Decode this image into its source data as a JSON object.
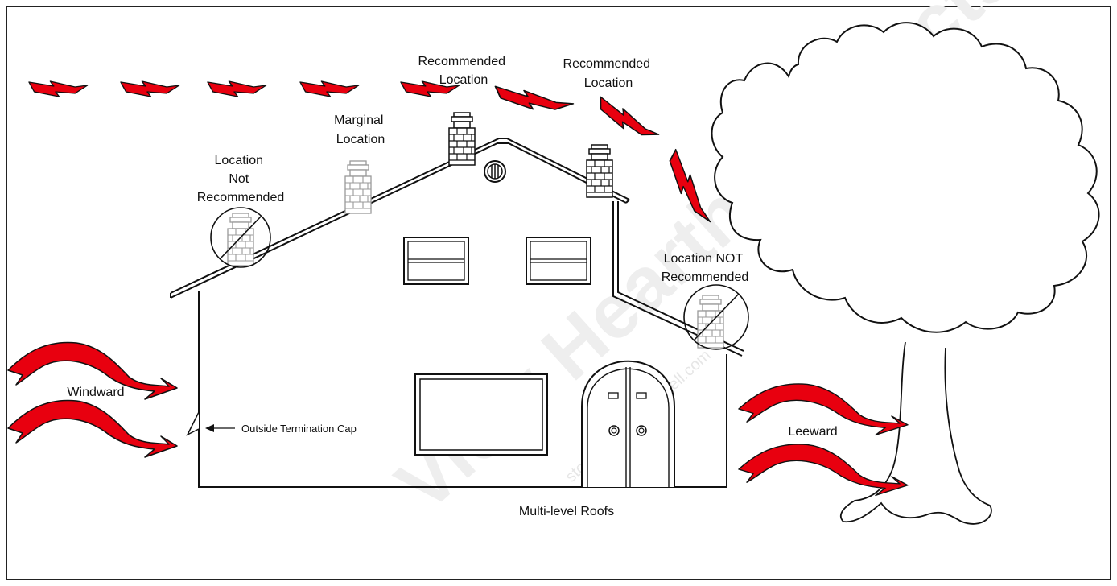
{
  "labels": {
    "recommended_location_1": [
      "Recommended",
      "Location"
    ],
    "recommended_location_2": [
      "Recommended",
      "Location"
    ],
    "marginal_location": [
      "Marginal",
      "Location"
    ],
    "location_not_recommended": [
      "Location",
      "Not",
      "Recommended"
    ],
    "location_not_recommended_lower": [
      "Location NOT",
      "Recommended"
    ],
    "windward": "Windward",
    "leeward": "Leeward",
    "outside_termination_cap": "Outside Termination Cap",
    "caption": "Multi-level Roofs"
  },
  "watermark": {
    "main": "View Hearth Products",
    "sub": "stoveparts.jimmitchell.com"
  },
  "colors": {
    "wind_arrow": "#e8000f",
    "outline": "#111111",
    "frame": "#222222",
    "watermark": "#e9e9e9"
  },
  "icons": {
    "wind_arrow": "wind-arrow-icon",
    "chimney": "chimney-icon",
    "no_sign": "prohibited-icon",
    "vent": "round-vent-icon",
    "tree": "tree-icon",
    "house": "house-icon"
  }
}
